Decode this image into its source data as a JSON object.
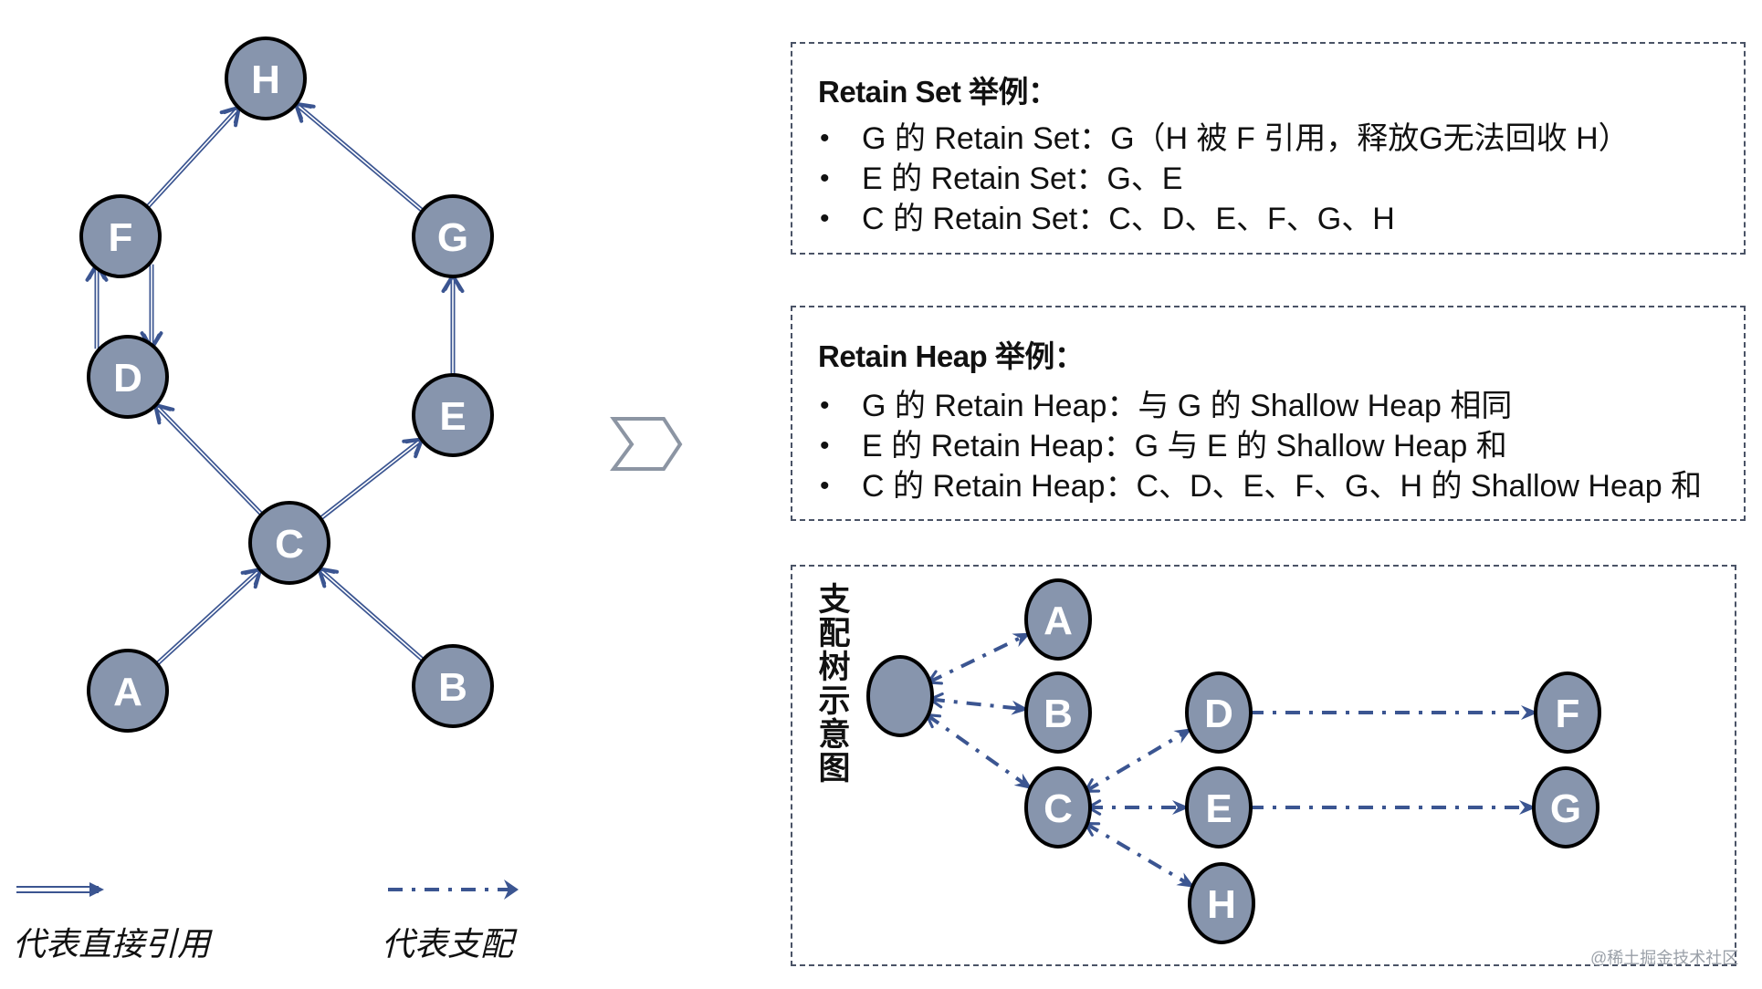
{
  "reference_graph": {
    "nodes": [
      "H",
      "F",
      "G",
      "D",
      "E",
      "C",
      "A",
      "B"
    ],
    "edges": [
      {
        "from": "F",
        "to": "H"
      },
      {
        "from": "G",
        "to": "H"
      },
      {
        "from": "D",
        "to": "F"
      },
      {
        "from": "F",
        "to": "D"
      },
      {
        "from": "E",
        "to": "G"
      },
      {
        "from": "C",
        "to": "D"
      },
      {
        "from": "C",
        "to": "E"
      },
      {
        "from": "A",
        "to": "C"
      },
      {
        "from": "B",
        "to": "C"
      }
    ]
  },
  "legend": {
    "direct_reference_label": "代表直接引用",
    "dominator_label": "代表支配"
  },
  "transition_icon": "chevron-right-icon",
  "retain_set": {
    "title": "Retain Set 举例：",
    "items": [
      "G 的 Retain Set：G（H 被 F 引用，释放G无法回收 H）",
      "E 的 Retain Set：G、E",
      "C 的 Retain Set：C、D、E、F、G、H"
    ]
  },
  "retain_heap": {
    "title": "Retain Heap 举例：",
    "items": [
      "G 的 Retain Heap：与 G 的 Shallow Heap 相同",
      "E 的 Retain Heap：G 与 E 的 Shallow Heap 和",
      "C 的 Retain Heap：C、D、E、F、G、H 的 Shallow Heap 和"
    ]
  },
  "dominator_tree": {
    "title": "支配树示意图",
    "root_label": "",
    "nodes": [
      "ROOT",
      "A",
      "B",
      "C",
      "D",
      "E",
      "H",
      "F",
      "G"
    ],
    "edges": [
      {
        "from": "ROOT",
        "to": "A"
      },
      {
        "from": "ROOT",
        "to": "B"
      },
      {
        "from": "ROOT",
        "to": "C"
      },
      {
        "from": "C",
        "to": "D"
      },
      {
        "from": "C",
        "to": "E"
      },
      {
        "from": "C",
        "to": "H"
      },
      {
        "from": "D",
        "to": "F"
      },
      {
        "from": "E",
        "to": "G"
      }
    ]
  },
  "watermark": "@稀土掘金技术社区",
  "colors": {
    "node_fill": "#8795ad",
    "node_stroke": "#000000",
    "edge": "#3b5591",
    "chevron": "#8c95a3",
    "box_border": "#4a5366"
  }
}
